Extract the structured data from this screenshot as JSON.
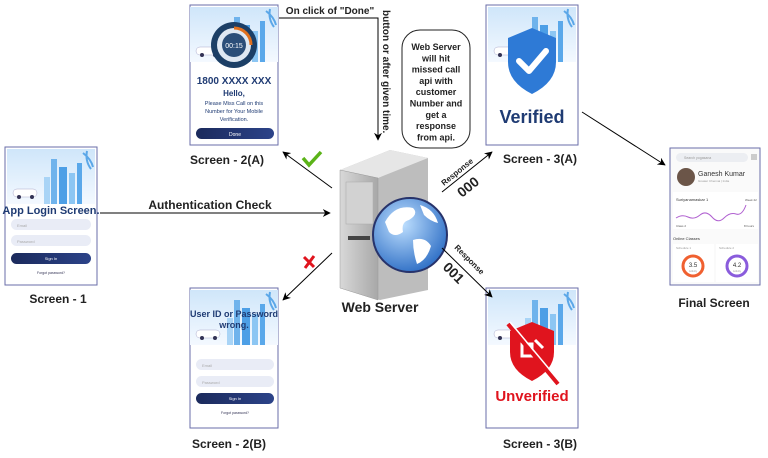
{
  "screens": {
    "screen1": {
      "label": "Screen - 1",
      "title": "App Login Screen.",
      "email_placeholder": "Email",
      "password_placeholder": "Password",
      "sign_in": "Sign In",
      "forgot": "Forgot password?"
    },
    "screen2a": {
      "label": "Screen - 2(A)",
      "timer": "00:15",
      "number": "1800 XXXX XXX",
      "hello": "Hello,",
      "msg1": "Please Miss Call on this",
      "msg2": "Number for Your Mobile",
      "msg3": "Verification.",
      "done": "Done"
    },
    "screen2b": {
      "label": "Screen - 2(B)",
      "title1": "User ID or Password",
      "title2": "wrong.",
      "email_placeholder": "Email",
      "password_placeholder": "Password",
      "sign_in": "Sign In",
      "forgot": "Forgot password?"
    },
    "screen3a": {
      "label": "Screen - 3(A)",
      "status": "Verified",
      "status_color": "#1f3b73"
    },
    "screen3b": {
      "label": "Screen - 3(B)",
      "status": "Unverified",
      "status_color": "#e0141e"
    },
    "final": {
      "label": "Final Screen",
      "search_placeholder": "Search yogasana",
      "name": "Ganesh Kumar",
      "location": "Greater Chennai | India",
      "activity": "Suriyanamaskar 1",
      "week": "Week 22",
      "class": "Class 2",
      "hours": "8 hours",
      "section": "Online Classes",
      "schedule1": "Schedule 1",
      "schedule2": "Schedule 2",
      "value1": "3.5",
      "value2": "4.2",
      "unit1": "Activity",
      "unit2": "Activity"
    }
  },
  "server": {
    "label": "Web Server",
    "note": [
      "Web Server",
      "will hit",
      "missed call",
      "api with",
      "customer",
      "Number and",
      "get a",
      "response",
      "from api."
    ]
  },
  "edges": {
    "auth": "Authentication Check",
    "done_top": "On click of \"Done\"",
    "done_side": "button or after given time.",
    "resp_label": "Response",
    "resp_ok": "000",
    "resp_fail": "001"
  },
  "colors": {
    "accent": "#1f3b73",
    "success": "#5bb318",
    "error": "#e0141e"
  }
}
